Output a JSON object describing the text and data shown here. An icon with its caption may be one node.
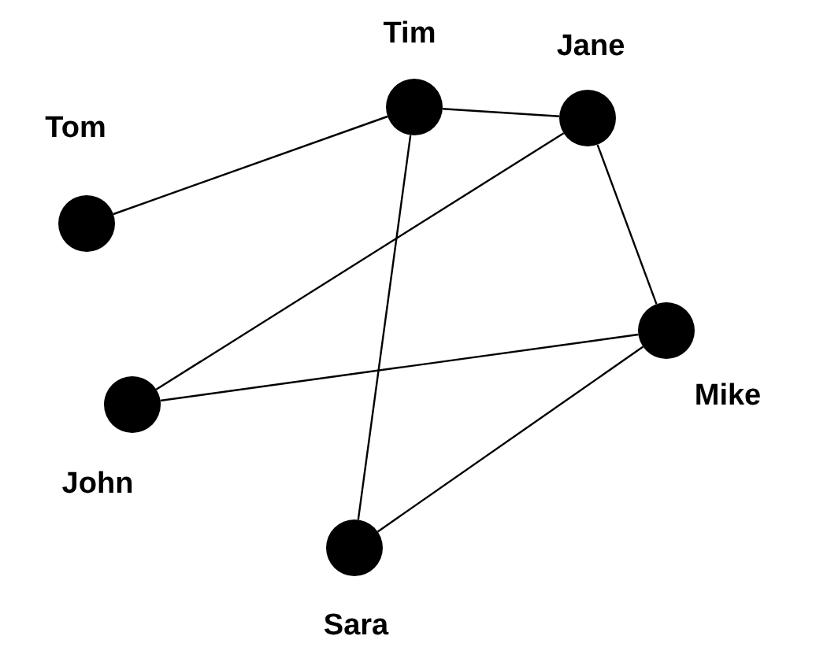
{
  "diagram": {
    "nodes": [
      {
        "text": [],
        "shape": "circle",
        "beside": [
          "Tom"
        ]
      },
      {
        "text": [],
        "shape": "circle",
        "beside": [
          "Tim"
        ]
      },
      {
        "text": [],
        "shape": "circle",
        "beside": [
          "Jane"
        ]
      },
      {
        "text": [],
        "shape": "circle",
        "beside": [
          "John"
        ]
      },
      {
        "text": [],
        "shape": "circle",
        "beside": [
          "Mike"
        ]
      },
      {
        "text": [],
        "shape": "circle",
        "beside": [
          "Sara"
        ]
      }
    ],
    "edges": [
      {
        "from": 0,
        "to": 1,
        "arrow": "none"
      },
      {
        "from": 1,
        "to": 2,
        "arrow": "none"
      },
      {
        "from": 1,
        "to": 5,
        "arrow": "none"
      },
      {
        "from": 2,
        "to": 3,
        "arrow": "none"
      },
      {
        "from": 2,
        "to": 4,
        "arrow": "none"
      },
      {
        "from": 3,
        "to": 4,
        "arrow": "none"
      },
      {
        "from": 4,
        "to": 5,
        "arrow": "none"
      }
    ]
  }
}
